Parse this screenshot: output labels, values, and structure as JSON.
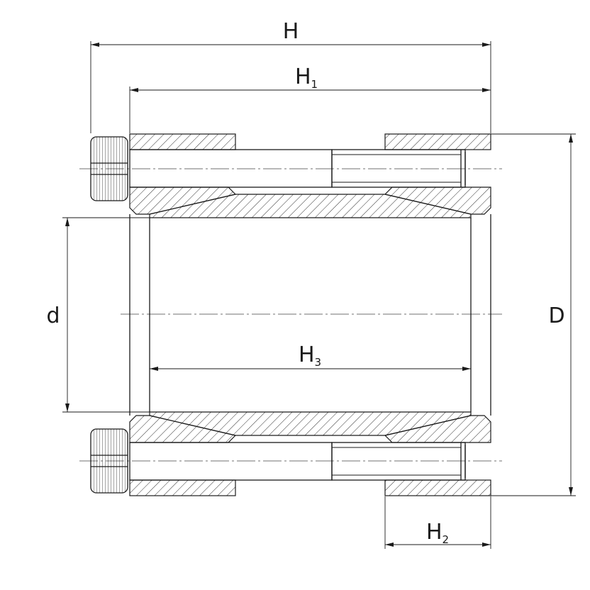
{
  "labels": {
    "H": {
      "main": "H",
      "sub": ""
    },
    "H1": {
      "main": "H",
      "sub": "1"
    },
    "H2": {
      "main": "H",
      "sub": "2"
    },
    "H3": {
      "main": "H",
      "sub": "3"
    },
    "d": {
      "main": "d",
      "sub": ""
    },
    "D": {
      "main": "D",
      "sub": ""
    }
  },
  "colors": {
    "line": "#1a1a1a",
    "background": "#ffffff"
  }
}
